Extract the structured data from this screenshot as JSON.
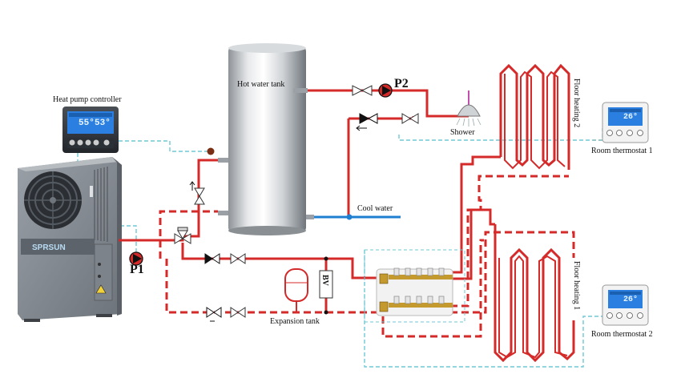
{
  "labels": {
    "heat_pump_controller": "Heat pump controller",
    "hot_water_tank": "Hot water tank",
    "p1": "P1",
    "p2": "P2",
    "shower": "Shower",
    "cool_water": "Cool  water",
    "expansion_tank": "Expansion tank",
    "bv": "BV",
    "floor_heating_1": "Floor heating 1",
    "floor_heating_2": "Floor heating 2",
    "room_thermostat_1": "Room thermostat 1",
    "room_thermostat_2": "Room thermostat 2",
    "brand": "SPRSUN"
  },
  "controller_display": {
    "temp_a": "55°",
    "temp_b": "53°"
  },
  "thermostat_display": {
    "temp": "26°"
  },
  "colors": {
    "hot_pipe": "#d42a2a",
    "cold_pipe": "#1f7fd0",
    "signal_wire": "#6fc9d6",
    "heat_pump_body": "#8a9098",
    "tank_body": "#c9cdd1",
    "lcd_blue": "#2a7fe0"
  },
  "icons": {
    "valve": "valve-icon",
    "check_valve": "check-valve-icon",
    "pump": "pump-icon",
    "fan": "fan-icon",
    "shower_head": "shower-head-icon"
  }
}
